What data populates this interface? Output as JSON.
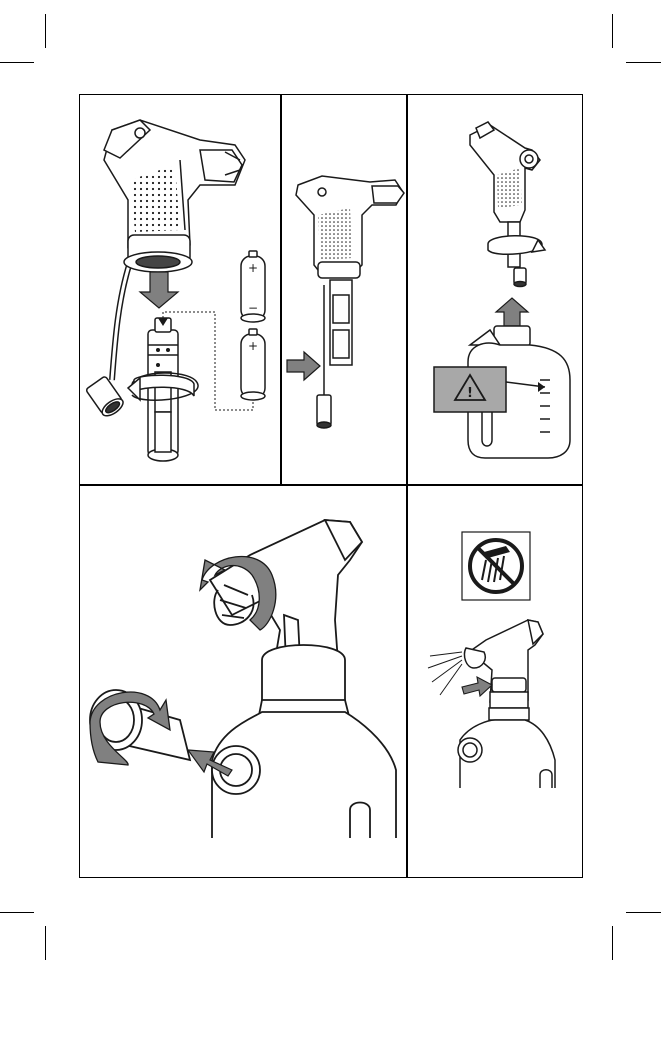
{
  "page": {
    "type": "instruction-illustration-sheet",
    "colors": {
      "line": "#1a1a1a",
      "arrow_fill": "#808080",
      "warning_fill": "#a8a8a8",
      "paper": "#ffffff"
    }
  },
  "battery": {
    "plus_symbol": "+",
    "minus_symbol": "−"
  },
  "warning": {
    "icon": "warning-triangle-icon",
    "symbol": "!"
  },
  "no_shower_sign": {
    "icon": "no-shower-icon"
  },
  "panels": [
    {
      "id": "insert-batteries",
      "icon": "battery-icon"
    },
    {
      "id": "assembled-sprayer",
      "icon": "arrow-right-icon"
    },
    {
      "id": "attach-to-bottle",
      "icon": "rotate-arrow-icon"
    },
    {
      "id": "rotate-nozzle",
      "icon": "rotate-arrow-icon"
    },
    {
      "id": "spray-operation",
      "icon": "spray-icon"
    }
  ]
}
